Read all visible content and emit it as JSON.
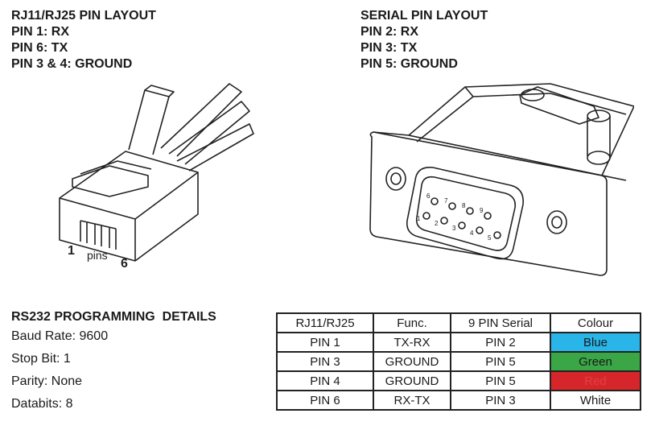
{
  "rj_section": {
    "title": "RJ11/RJ25 PIN LAYOUT",
    "lines": [
      "PIN 1: RX",
      "PIN 6: TX",
      "PIN 3 & 4: GROUND"
    ],
    "diagram_labels": {
      "pin_left": "1",
      "pins": "pins",
      "pin_right": "6"
    }
  },
  "serial_section": {
    "title": "SERIAL PIN LAYOUT",
    "lines": [
      "PIN 2: RX",
      "PIN 3: TX",
      "PIN 5: GROUND"
    ],
    "pin_numbers_top": [
      "6",
      "7",
      "8",
      "9"
    ],
    "pin_numbers_bottom": [
      "1",
      "2",
      "3",
      "4",
      "5"
    ]
  },
  "rs232_section": {
    "title": "RS232 PROGRAMMING  DETAILS",
    "details": [
      "Baud Rate: 9600",
      "Stop Bit: 1",
      "Parity: None",
      "Databits: 8"
    ]
  },
  "pin_table": {
    "headers": [
      "RJ11/RJ25",
      "Func.",
      "9 PIN Serial",
      "Colour"
    ],
    "rows": [
      {
        "rj": "PIN 1",
        "func": "TX-RX",
        "serial": "PIN 2",
        "colour": "Blue",
        "bg": "#29b5e8",
        "fg": "#1a1a1a"
      },
      {
        "rj": "PIN 3",
        "func": "GROUND",
        "serial": "PIN 5",
        "colour": "Green",
        "bg": "#3aa646",
        "fg": "#1a1a1a"
      },
      {
        "rj": "PIN 4",
        "func": "GROUND",
        "serial": "PIN 5",
        "colour": "Red",
        "bg": "#d7262b",
        "fg": "#e04040"
      },
      {
        "rj": "PIN 6",
        "func": "RX-TX",
        "serial": "PIN 3",
        "colour": "White",
        "bg": "#ffffff",
        "fg": "#1a1a1a"
      }
    ]
  }
}
